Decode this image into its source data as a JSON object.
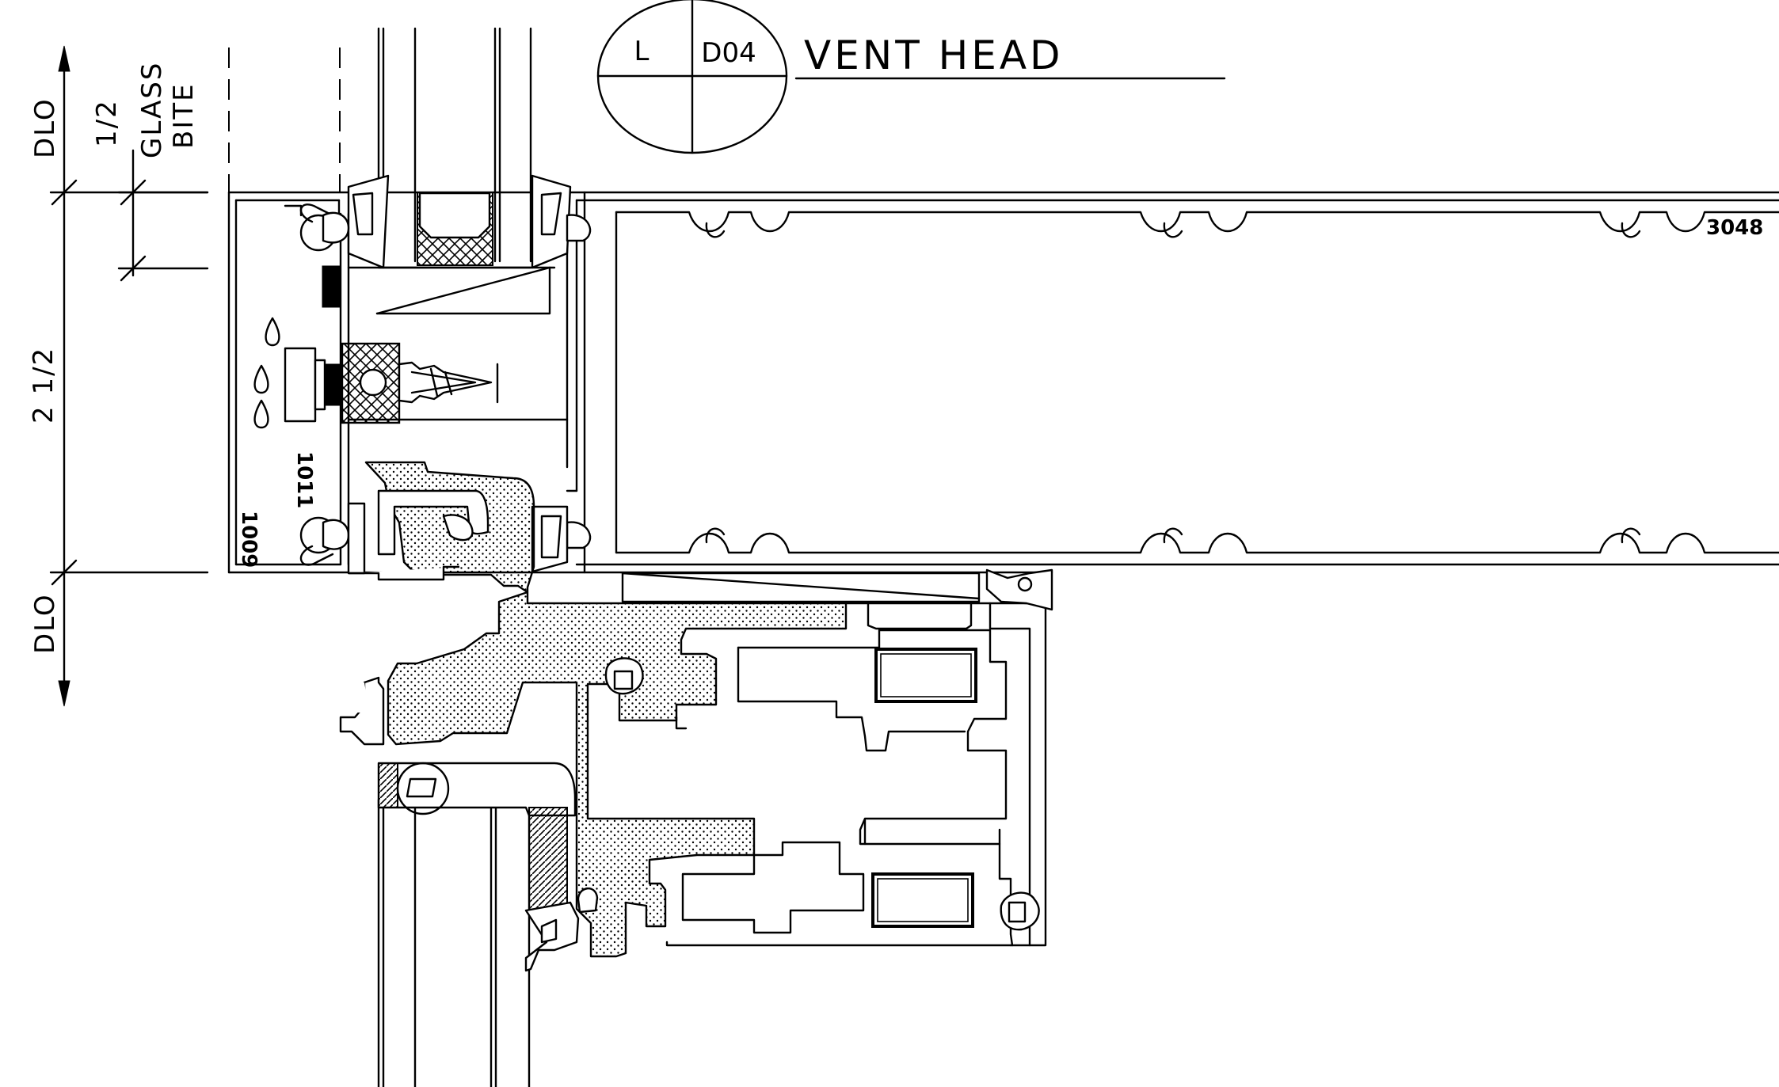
{
  "callout": {
    "bubble_left": "L",
    "bubble_right": "D04",
    "title": "VENT HEAD"
  },
  "dimensions": {
    "dlo_top": "DLO",
    "half_inch": "1/2",
    "glass": "GLASS",
    "bite": "BITE",
    "two_and_half": "2 1/2",
    "dlo_bottom": "DLO"
  },
  "part_numbers": {
    "mullion": "3048",
    "stop": "1011",
    "frame": "1009"
  }
}
